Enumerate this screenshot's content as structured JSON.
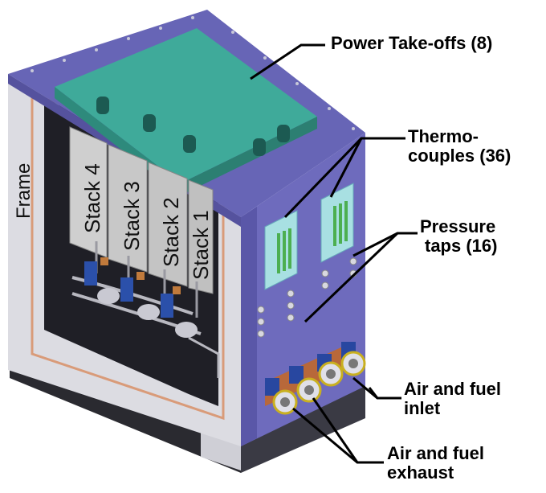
{
  "callouts": {
    "power_takeoffs": "Power Take-offs (8)",
    "thermocouples_line1": "Thermo-",
    "thermocouples_line2": "couples (36)",
    "pressure_taps_line1": "Pressure",
    "pressure_taps_line2": "taps (16)",
    "air_fuel_inlet_line1": "Air and fuel",
    "air_fuel_inlet_line2": "inlet",
    "air_fuel_exhaust_line1": "Air and fuel",
    "air_fuel_exhaust_line2": "exhaust"
  },
  "labels": {
    "frame": "Frame",
    "stack4": "Stack 4",
    "stack3": "Stack 3",
    "stack2": "Stack 2",
    "stack1": "Stack 1"
  },
  "colors": {
    "panel_purple": "#6a67b8",
    "panel_purple_dark": "#4f4c99",
    "panel_purple_light": "#8784cf",
    "teal_block": "#3fa697",
    "teal_block_dark": "#2c8073",
    "frame_grey": "#d9d9de",
    "interior_dark": "#1e1e24",
    "stack_grey": "#c9c9c9",
    "copper": "#c07a3c",
    "blue_fitting": "#2a4fa8",
    "thermocouple_green": "#4caf50"
  }
}
